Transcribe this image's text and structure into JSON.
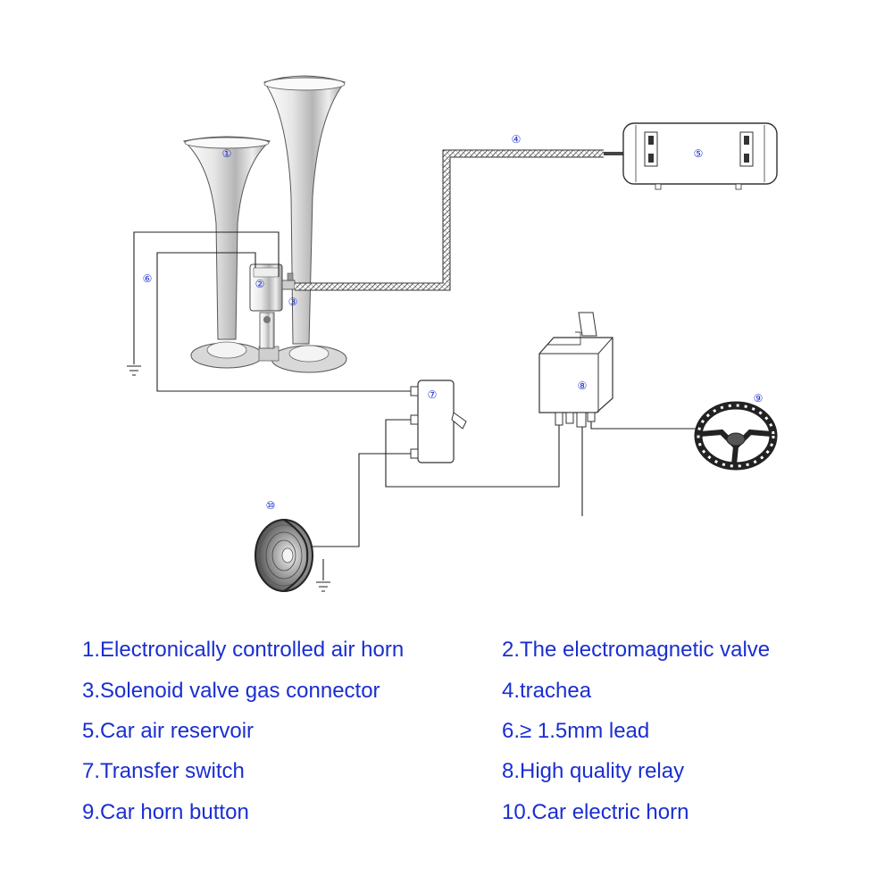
{
  "callouts": [
    {
      "id": "1",
      "glyph": "①"
    },
    {
      "id": "2",
      "glyph": "②"
    },
    {
      "id": "3",
      "glyph": "③"
    },
    {
      "id": "4",
      "glyph": "④"
    },
    {
      "id": "5",
      "glyph": "⑤"
    },
    {
      "id": "6",
      "glyph": "⑥"
    },
    {
      "id": "7",
      "glyph": "⑦"
    },
    {
      "id": "8",
      "glyph": "⑧"
    },
    {
      "id": "9",
      "glyph": "⑨"
    },
    {
      "id": "10",
      "glyph": "⑩"
    }
  ],
  "legend": [
    "1.Electronically controlled air horn",
    "2.The electromagnetic valve",
    "3.Solenoid valve gas connector",
    "4.trachea",
    "5.Car air reservoir",
    "6.≥ 1.5mm lead",
    "7.Transfer switch",
    "8.High quality relay",
    "9.Car horn button",
    "10.Car electric horn"
  ],
  "colors": {
    "label": "#1a2fd0",
    "line": "#222222"
  }
}
